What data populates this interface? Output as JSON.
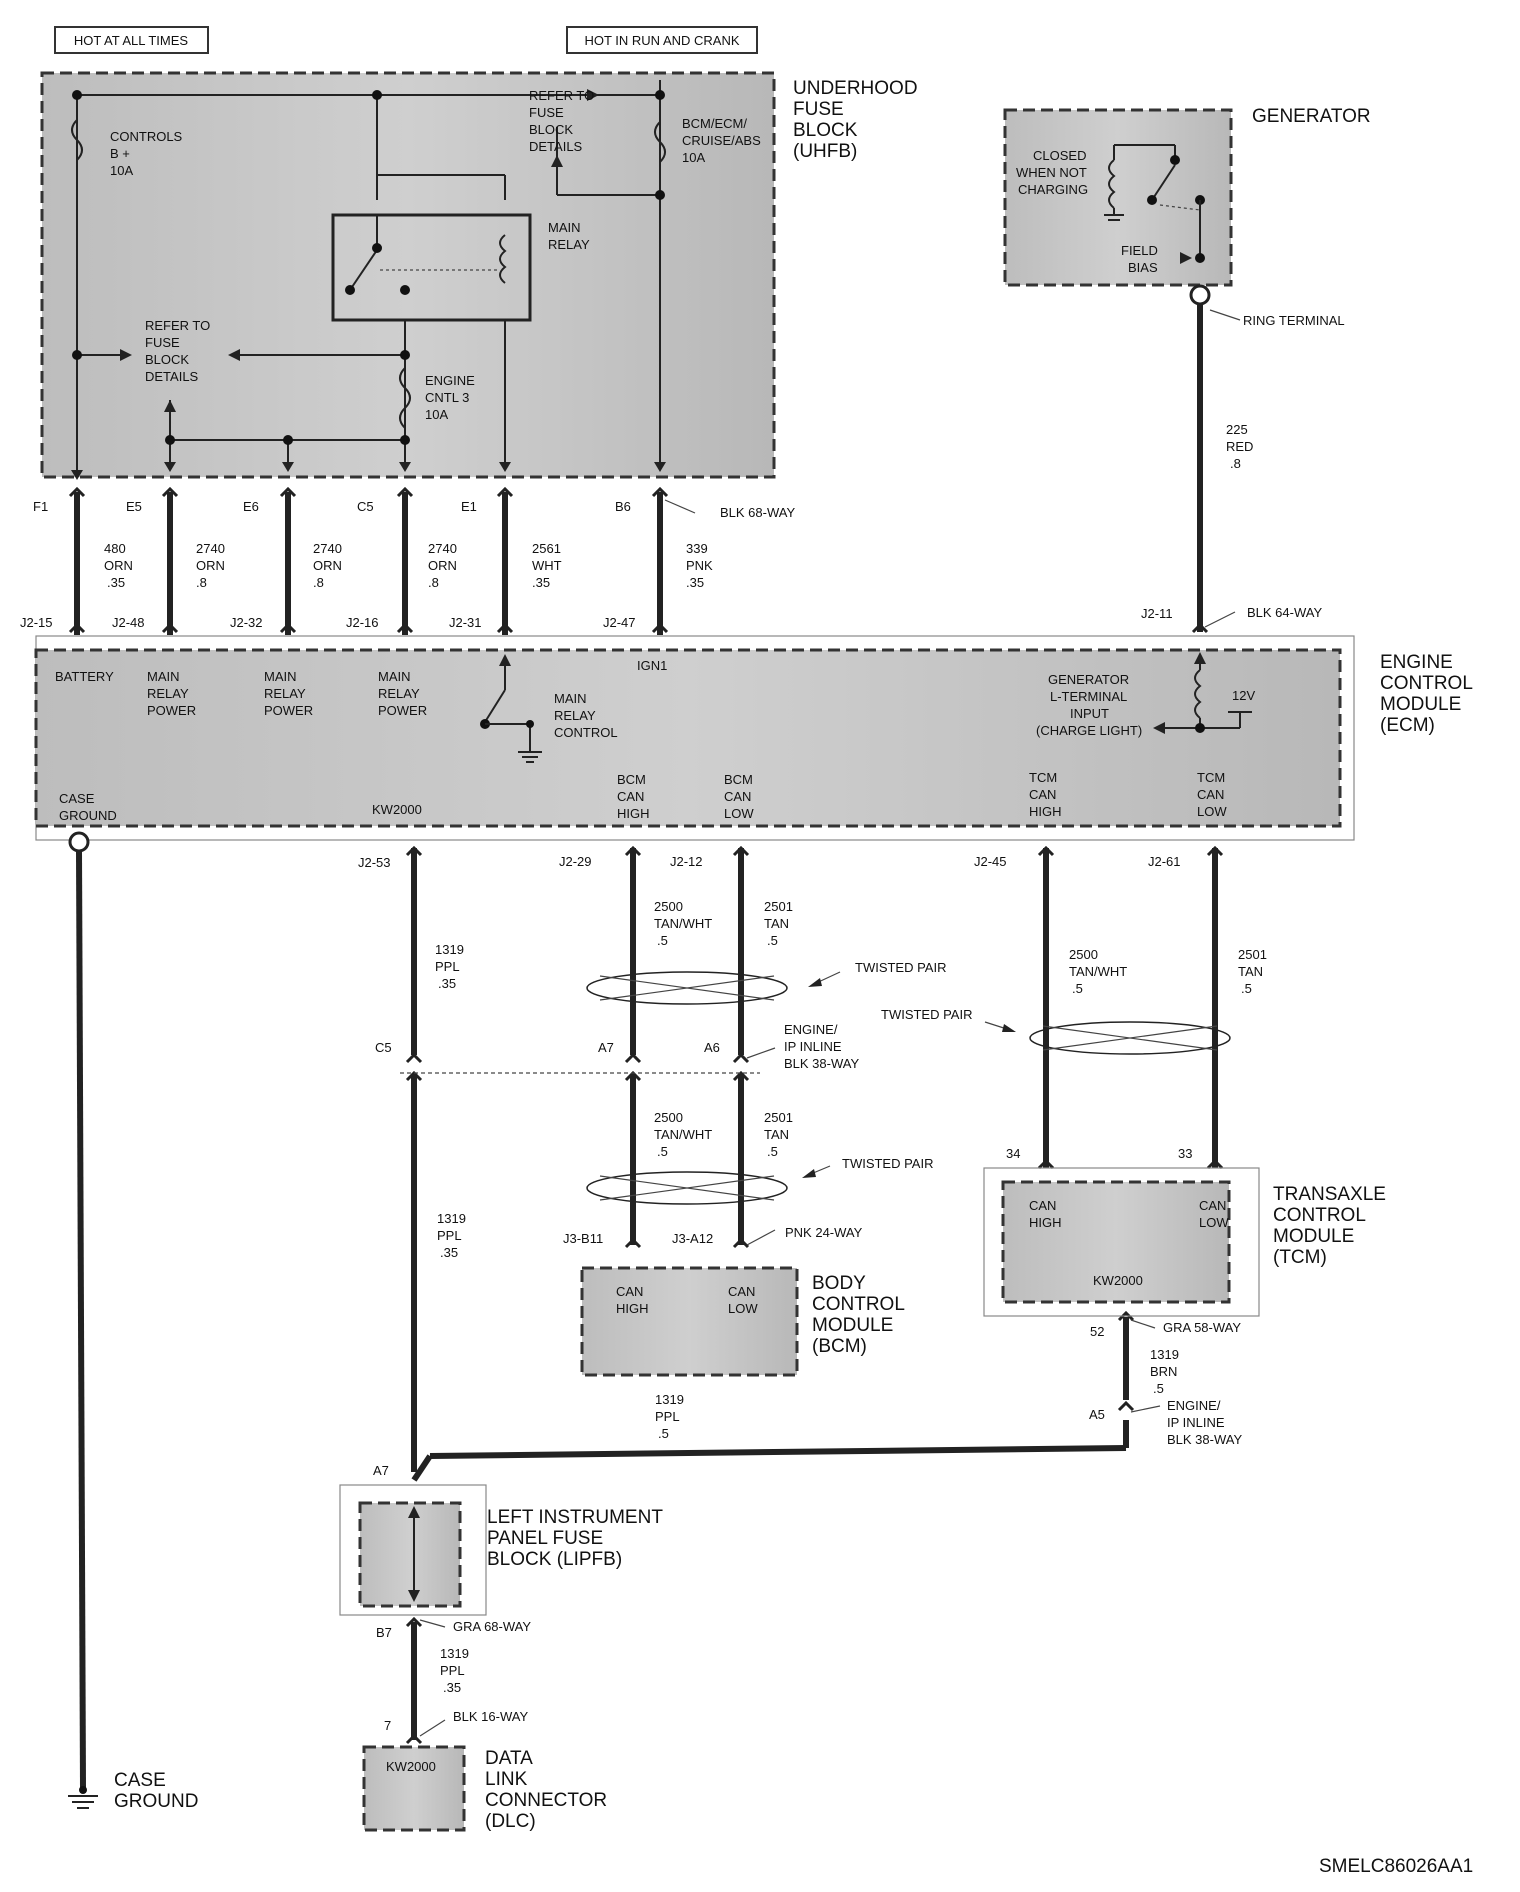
{
  "headers": {
    "always": "HOT AT ALL TIMES",
    "run": "HOT IN RUN AND CRANK"
  },
  "uhfb": {
    "name": [
      "UNDERHOOD",
      "FUSE",
      "BLOCK",
      "(UHFB)"
    ],
    "controls_fuse": [
      "CONTROLS",
      "B +",
      "10A"
    ],
    "bcm_fuse": [
      "BCM/ECM/",
      "CRUISE/ABS",
      "10A"
    ],
    "engine_fuse": [
      "ENGINE",
      "CNTL 3",
      "10A"
    ],
    "refer_top": [
      "REFER TO",
      "FUSE",
      "BLOCK",
      "DETAILS"
    ],
    "refer_left": [
      "REFER TO",
      "FUSE",
      "BLOCK",
      "DETAILS"
    ],
    "main_relay": [
      "MAIN",
      "RELAY"
    ]
  },
  "generator": {
    "name": "GENERATOR",
    "switch": [
      "CLOSED",
      "WHEN NOT",
      "CHARGING"
    ],
    "field": [
      "FIELD",
      "BIAS"
    ],
    "ring": "RING TERMINAL",
    "wire": [
      "225",
      "RED",
      ".8"
    ]
  },
  "upper_connector": {
    "name": "BLK 68-WAY",
    "pins": [
      "F1",
      "E5",
      "E6",
      "C5",
      "E1",
      "B6"
    ],
    "wires": [
      [
        "480",
        "ORN",
        ".35"
      ],
      [
        "2740",
        "ORN",
        ".8"
      ],
      [
        "2740",
        "ORN",
        ".8"
      ],
      [
        "2740",
        "ORN",
        ".8"
      ],
      [
        "2561",
        "WHT",
        ".35"
      ],
      [
        "339",
        "PNK",
        ".35"
      ]
    ]
  },
  "ecm_connector": {
    "name": "BLK 64-WAY",
    "pins": [
      "J2-15",
      "J2-48",
      "J2-32",
      "J2-16",
      "J2-31",
      "J2-47",
      "J2-11"
    ]
  },
  "ecm": {
    "name": [
      "ENGINE",
      "CONTROL",
      "MODULE",
      "(ECM)"
    ],
    "battery": "BATTERY",
    "mrp": [
      "MAIN",
      "RELAY",
      "POWER"
    ],
    "mrc": [
      "MAIN",
      "RELAY",
      "CONTROL"
    ],
    "ign": "IGN1",
    "gen_input": [
      "GENERATOR",
      "L-TERMINAL",
      "INPUT",
      "(CHARGE LIGHT)"
    ],
    "v12": "12V",
    "case_ground": [
      "CASE",
      "GROUND"
    ],
    "kw": "KW2000",
    "bcm_high": [
      "BCM",
      "CAN",
      "HIGH"
    ],
    "bcm_low": [
      "BCM",
      "CAN",
      "LOW"
    ],
    "tcm_high": [
      "TCM",
      "CAN",
      "HIGH"
    ],
    "tcm_low": [
      "TCM",
      "CAN",
      "LOW"
    ]
  },
  "ecm_lower_pins": [
    "J2-53",
    "J2-29",
    "J2-12",
    "J2-45",
    "J2-61"
  ],
  "wires_lower": {
    "ppl": [
      "1319",
      "PPL",
      ".35"
    ],
    "tanwht": [
      "2500",
      "TAN/WHT",
      ".5"
    ],
    "tan": [
      "2501",
      "TAN",
      ".5"
    ],
    "ppl5": [
      "1319",
      "PPL",
      ".5"
    ],
    "brn": [
      "1319",
      "BRN",
      ".5"
    ]
  },
  "twisted_pair": "TWISTED PAIR",
  "inline": {
    "pins": [
      "C5",
      "A7",
      "A6"
    ],
    "name": [
      "ENGINE/",
      "IP INLINE",
      "BLK 38-WAY"
    ],
    "a5": "A5"
  },
  "bcm": {
    "pins": [
      "J3-B11",
      "J3-A12"
    ],
    "connector": "PNK 24-WAY",
    "high": [
      "CAN",
      "HIGH"
    ],
    "low": [
      "CAN",
      "LOW"
    ],
    "name": [
      "BODY",
      "CONTROL",
      "MODULE",
      "(BCM)"
    ]
  },
  "tcm": {
    "pins": [
      "34",
      "33",
      "52"
    ],
    "high": [
      "CAN",
      "HIGH"
    ],
    "low": [
      "CAN",
      "LOW"
    ],
    "kw": "KW2000",
    "name": [
      "TRANSAXLE",
      "CONTROL",
      "MODULE",
      "(TCM)"
    ],
    "connector": "GRA 58-WAY"
  },
  "lipfb": {
    "pins": [
      "A7",
      "B7"
    ],
    "name": [
      "LEFT INSTRUMENT",
      "PANEL FUSE",
      "BLOCK (LIPFB)"
    ],
    "connector": "GRA 68-WAY"
  },
  "dlc": {
    "pin": "7",
    "connector": "BLK 16-WAY",
    "kw": "KW2000",
    "name": [
      "DATA",
      "LINK",
      "CONNECTOR",
      "(DLC)"
    ]
  },
  "case_ground": [
    "CASE",
    "GROUND"
  ],
  "figure_id": "SMELC86026AA1"
}
